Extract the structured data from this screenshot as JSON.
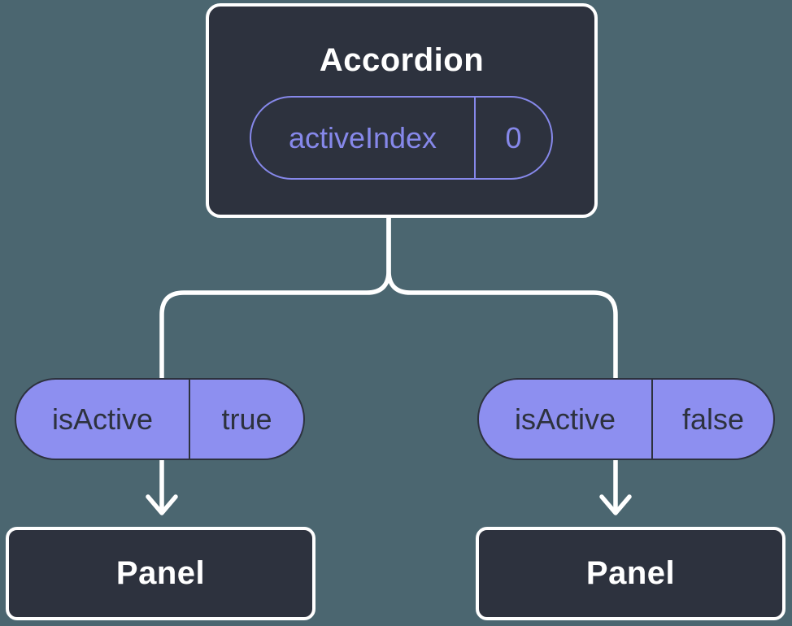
{
  "colors": {
    "background": "#4b6670",
    "node_fill": "#2d323e",
    "pill_fill": "#8d8ff0",
    "pill_dark": "#2d323e",
    "accent_purple": "#8688ea",
    "line": "#ffffff"
  },
  "root_node": {
    "title": "Accordion",
    "prop_name": "activeIndex",
    "prop_value": "0"
  },
  "branches": [
    {
      "prop_name": "isActive",
      "prop_value": "true",
      "target_title": "Panel"
    },
    {
      "prop_name": "isActive",
      "prop_value": "false",
      "target_title": "Panel"
    }
  ]
}
